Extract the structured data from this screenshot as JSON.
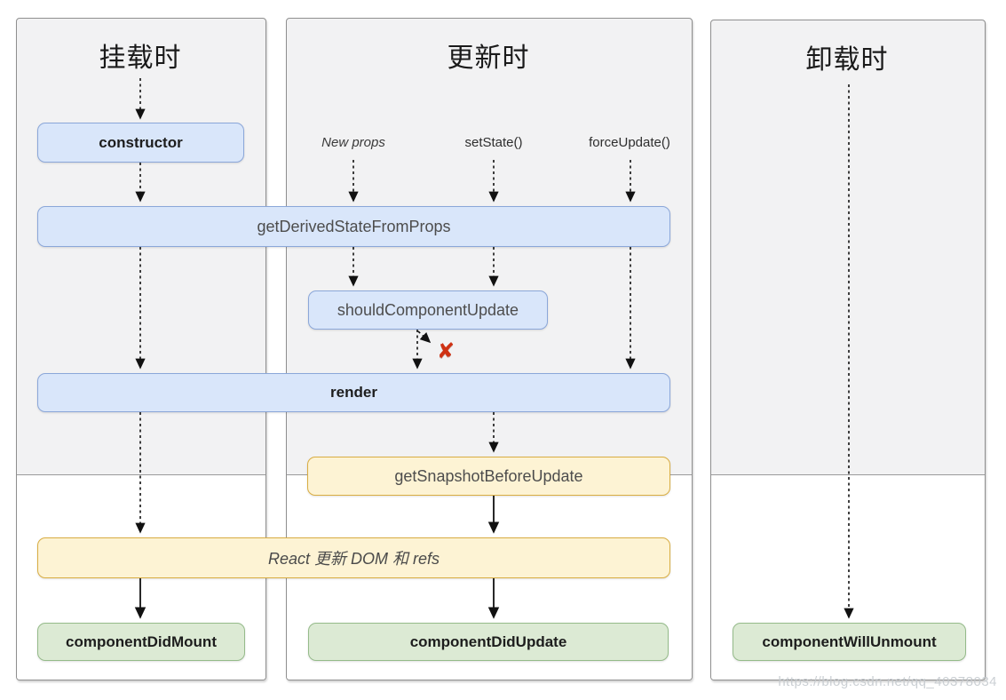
{
  "diagram": {
    "columns": {
      "mounting": {
        "title": "挂载时"
      },
      "updating": {
        "title": "更新时"
      },
      "unmounting": {
        "title": "卸载时"
      }
    },
    "triggers": {
      "new_props": "New props",
      "set_state": "setState()",
      "force_update": "forceUpdate()"
    },
    "boxes": {
      "ctor": "constructor",
      "get_derived_state_from_props": "getDerivedStateFromProps",
      "should_component_update": "shouldComponentUpdate",
      "render": "render",
      "get_snapshot_before_update": "getSnapshotBeforeUpdate",
      "react_updates_dom": "React 更新 DOM 和 refs",
      "component_did_mount": "componentDidMount",
      "component_did_update": "componentDidUpdate",
      "component_will_unmount": "componentWillUnmount"
    },
    "cancel_icon": "✘",
    "watermark": "https://blog.csdn.net/qq_40378034",
    "colors": {
      "blue_fill": "#d9e6fa",
      "blue_border": "#8ba7d9",
      "yellow_fill": "#fdf3d4",
      "yellow_border": "#d9ad42",
      "green_fill": "#dcead4",
      "green_border": "#95bb8a",
      "zone_fill": "#f2f2f3",
      "panel_border": "#8f8f8f",
      "cancel_red": "#cf3214",
      "arrow_black": "#111111"
    }
  }
}
